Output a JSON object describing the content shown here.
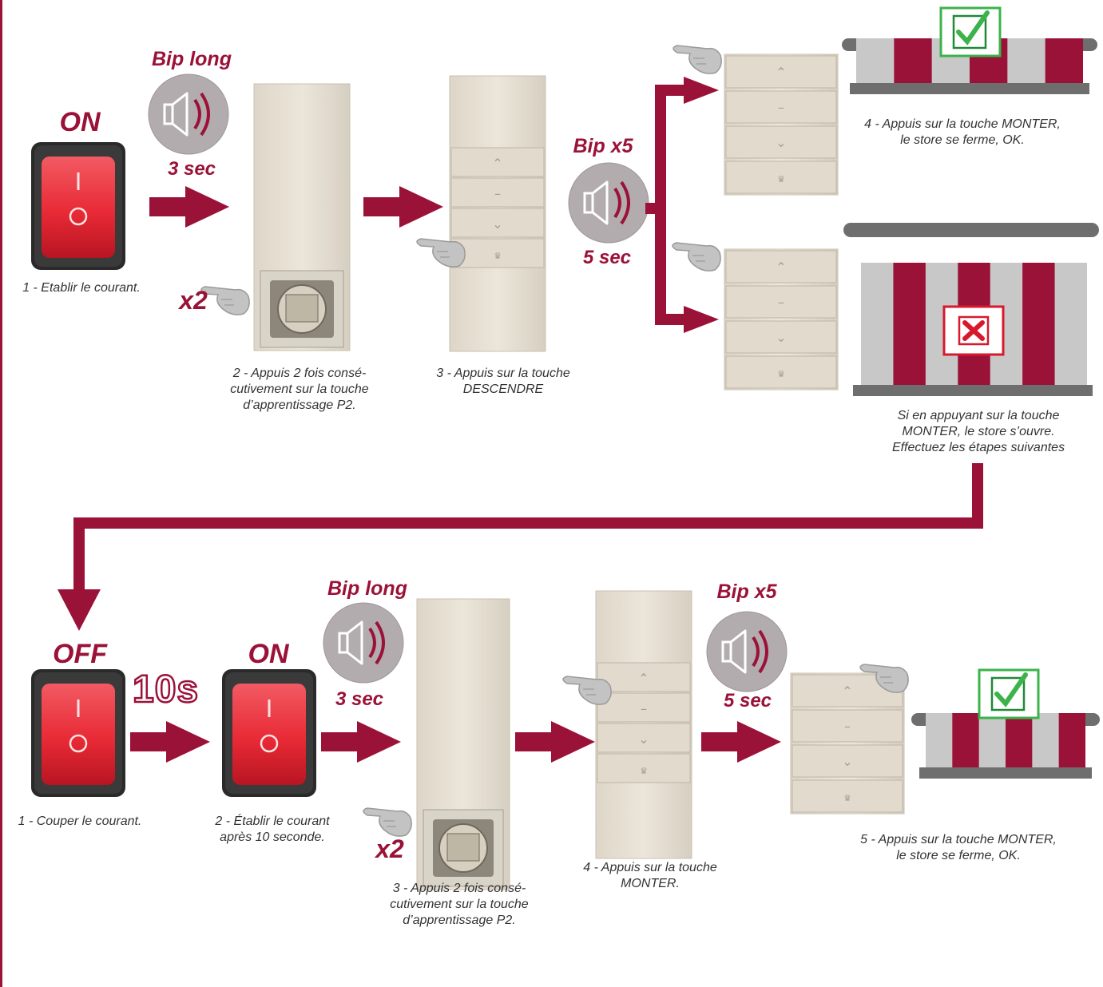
{
  "colors": {
    "accent": "#9b1238",
    "speaker_bg": "#b3acaf",
    "remote": "#e8e2d6",
    "ok_green": "#3cb34a",
    "error_red": "#d8192d",
    "stripe_grey": "#c8c8c8",
    "rail_grey": "#6e6e6e"
  },
  "top": {
    "on_label": "ON",
    "bip_long": "Bip long",
    "three_sec": "3 sec",
    "x2": "x2",
    "bip_x5": "Bip x5",
    "five_sec": "5 sec",
    "step1": "1 - Etablir le courant.",
    "step2": [
      "2 - Appuis 2 fois consé-",
      "cutivement sur la touche",
      "d’apprentissage P2."
    ],
    "step3": [
      "3 - Appuis sur la touche",
      "DESCENDRE"
    ],
    "step4": [
      "4 - Appuis sur la touche MONTER,",
      "le store se ferme, OK."
    ],
    "if_open": [
      "Si en appuyant sur la touche",
      "MONTER, le store s’ouvre.",
      "Effectuez les étapes suivantes"
    ]
  },
  "bottom": {
    "off_label": "OFF",
    "on_label": "ON",
    "ten_s": "10s",
    "bip_long": "Bip long",
    "three_sec": "3 sec",
    "x2": "x2",
    "bip_x5": "Bip x5",
    "five_sec": "5 sec",
    "step1": "1 - Couper le courant.",
    "step2": [
      "2 - Établir le courant",
      "après 10 seconde."
    ],
    "step3": [
      "3 - Appuis 2 fois consé-",
      "cutivement sur la touche",
      "d’apprentissage P2."
    ],
    "step4": [
      "4 - Appuis sur la touche",
      "MONTER."
    ],
    "step5": [
      "5 - Appuis sur la touche MONTER,",
      "le store se ferme, OK."
    ]
  },
  "icons": [
    "power-switch-icon",
    "speaker-icon",
    "pointing-hand-icon",
    "remote-control-icon",
    "arrow-right-icon",
    "check-box-icon",
    "cross-box-icon",
    "awning-store-icon"
  ]
}
